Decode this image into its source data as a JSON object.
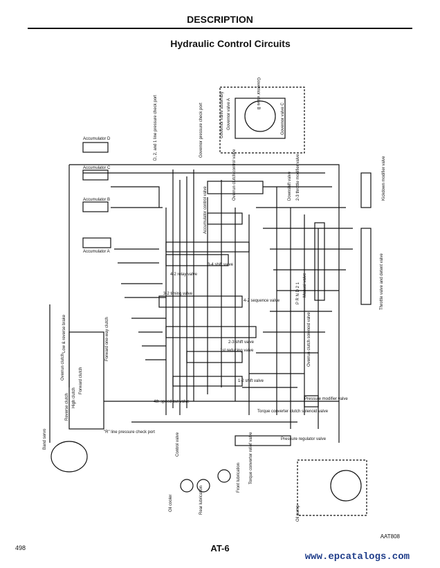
{
  "header": {
    "section": "DESCRIPTION",
    "title": "Hydraulic Control Circuits"
  },
  "labels": {
    "governor_valve_b": "Governor valve B",
    "governor_valve_a": "Governor valve A",
    "governor_valve_c": "Governor valve C",
    "governor_valve_assembly": "Governor valve assembly",
    "governor_check_port": "Governor pressure check port",
    "line_check_port": "D, 2, and 1 line pressure check port",
    "accumulator_a": "Accumulator A",
    "accumulator_b": "Accumulator B",
    "accumulator_c": "Accumulator C",
    "accumulator_d": "Accumulator D",
    "overrun_control_valve": "Overrun clutch control valve",
    "accumulator_control_valve": "Accumulator control valve",
    "shift_2_3_modifier": "2-3 throttle modifier valve",
    "downshift_valve": "Downshift valve",
    "kickdown_modifier": "Kickdown modifier valve",
    "relay_4_2": "4-2 relay valve",
    "shift_3_4": "3-4 shift valve",
    "timing_3_2": "3-2 timing valve",
    "sequence_4_2": "4-2 sequence valve",
    "shift_2_3": "2-3 shift valve",
    "reducing_1st": "1st reducing valve",
    "shift_1_2": "1-2 shift valve",
    "speed_cut_4th": "4th speed cut valve",
    "manual_valve": "Manual valve",
    "prnd21": "P R N D 2 1",
    "throttle_valve": "Throttle valve and detent valve",
    "pressure_modifier": "Pressure modifier valve",
    "torque_converter_solenoid": "Torque converter clutch solenoid valve",
    "overrun_solenoid": "Overrun clutch solenoid valve",
    "pressure_regulator": "Pressure regulator valve",
    "r_line_check_port": "\"R\" line pressure check port",
    "control_valve": "Control valve",
    "torque_relief": "Torque converter relief valve",
    "oil_cooler": "Oil cooler",
    "rear_lubrication": "Rear lubrication",
    "front_lubrication": "Front lubrication",
    "oil_pump": "Oil pump",
    "band_servo": "Band servo",
    "reverse_clutch": "Reverse clutch",
    "high_clutch": "High clutch",
    "forward_clutch": "Forward clutch",
    "overrun_clutch": "Overrun clutch",
    "low_reverse_brake": "Low & reverse brake",
    "forward_one_way": "Forward one-way clutch"
  },
  "footer": {
    "page_number": "498",
    "page_ref": "AT-6",
    "figure_code": "AAT808",
    "watermark": "www.epcatalogs.com"
  },
  "colors": {
    "ink": "#111111",
    "watermark": "#1f3d8a"
  }
}
